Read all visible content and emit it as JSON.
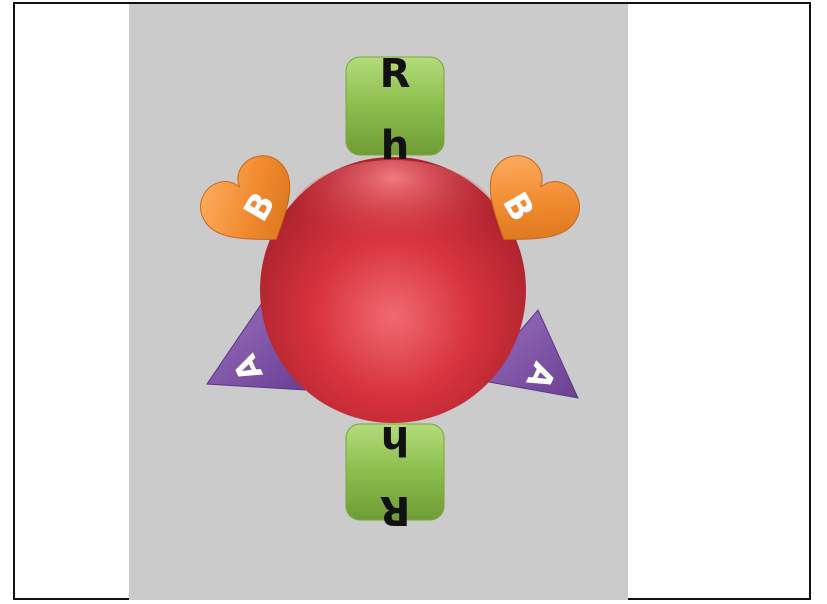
{
  "diagram": {
    "colors": {
      "background": "#ffffff",
      "panel": "#cbcbcb",
      "circle": "#d8333e",
      "square": "#8cbd4c",
      "heart": "#f08a2e",
      "triangle": "#7b4ea1"
    },
    "top_square": {
      "upper_letter": "R",
      "lower_letter": "h"
    },
    "bottom_square": {
      "upper_letter": "h",
      "lower_letter": "R"
    },
    "left_heart": {
      "letter": "B"
    },
    "right_heart": {
      "letter": "B"
    },
    "left_triangle": {
      "letter": "A"
    },
    "right_triangle": {
      "letter": "A"
    }
  }
}
